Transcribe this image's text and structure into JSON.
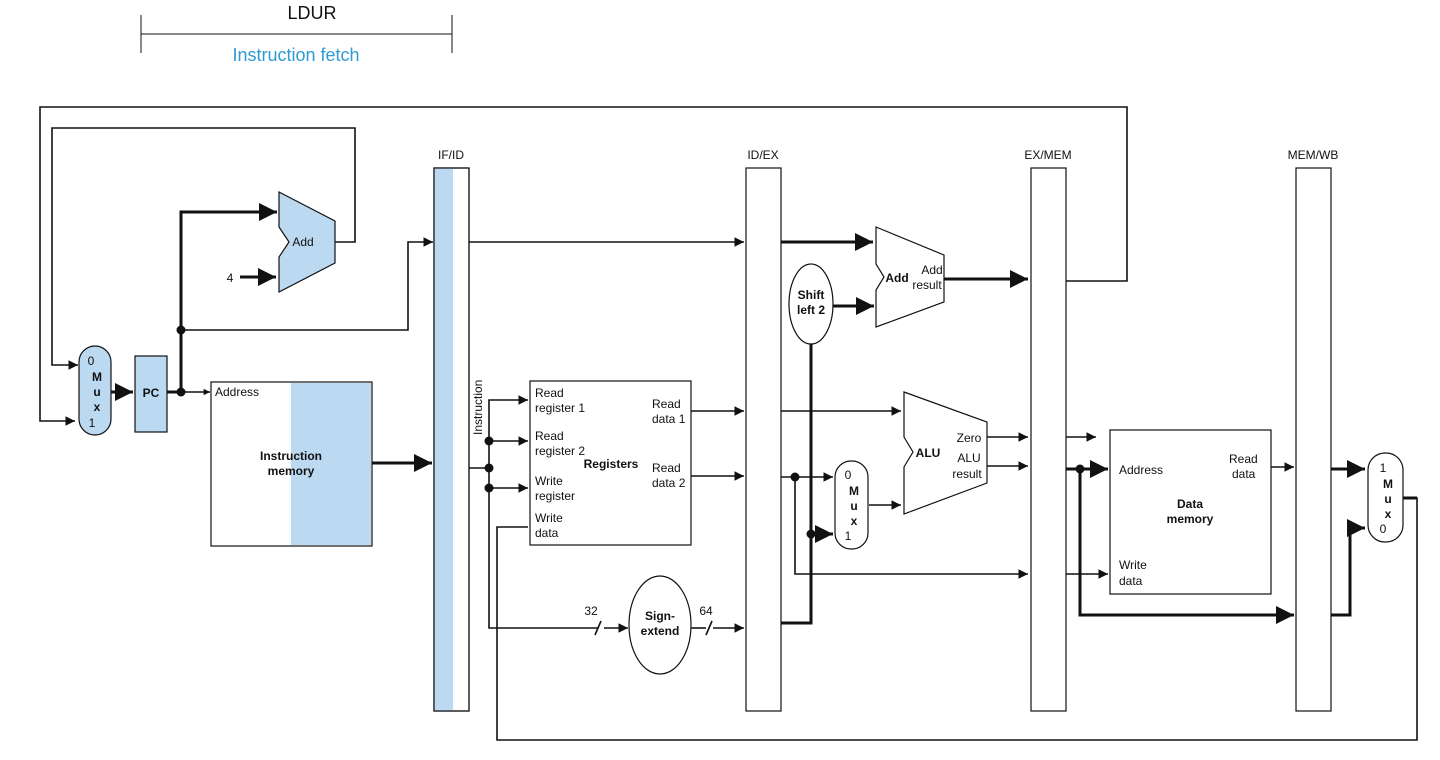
{
  "header": {
    "title": "LDUR",
    "stage": "Instruction fetch",
    "stage_color": "#2e9bd4"
  },
  "colors": {
    "highlight": "#bcd9f2",
    "line": "#111111"
  },
  "pipeline_registers": [
    "IF/ID",
    "ID/EX",
    "EX/MEM",
    "MEM/WB"
  ],
  "units": {
    "pc": "PC",
    "mux_fetch": {
      "top": "0",
      "m": "M",
      "u": "u",
      "x": "x",
      "bottom": "1"
    },
    "add_pc": "Add",
    "const_four": "4",
    "instr_mem": {
      "address": "Address",
      "name_line1": "Instruction",
      "name_line2": "memory"
    },
    "instruction_label": "Instruction",
    "registers": {
      "name": "Registers",
      "read_reg1_a": "Read",
      "read_reg1_b": "register 1",
      "read_reg2_a": "Read",
      "read_reg2_b": "register 2",
      "write_reg_a": "Write",
      "write_reg_b": "register",
      "write_data_a": "Write",
      "write_data_b": "data",
      "read_data1_a": "Read",
      "read_data1_b": "data 1",
      "read_data2_a": "Read",
      "read_data2_b": "data 2"
    },
    "sign_extend": {
      "line1": "Sign-",
      "line2": "extend",
      "in_bits": "32",
      "out_bits": "64"
    },
    "shift_left": {
      "line1": "Shift",
      "line2": "left 2"
    },
    "add_branch": {
      "name": "Add",
      "out1": "Add",
      "out2": "result"
    },
    "mux_alu": {
      "top": "0",
      "m": "M",
      "u": "u",
      "x": "x",
      "bottom": "1"
    },
    "alu": {
      "name": "ALU",
      "zero": "Zero",
      "result1": "ALU",
      "result2": "result"
    },
    "data_mem": {
      "address": "Address",
      "read_a": "Read",
      "read_b": "data",
      "write_a": "Write",
      "write_b": "data",
      "name_line1": "Data",
      "name_line2": "memory"
    },
    "mux_wb": {
      "top": "1",
      "m": "M",
      "u": "u",
      "x": "x",
      "bottom": "0"
    }
  }
}
